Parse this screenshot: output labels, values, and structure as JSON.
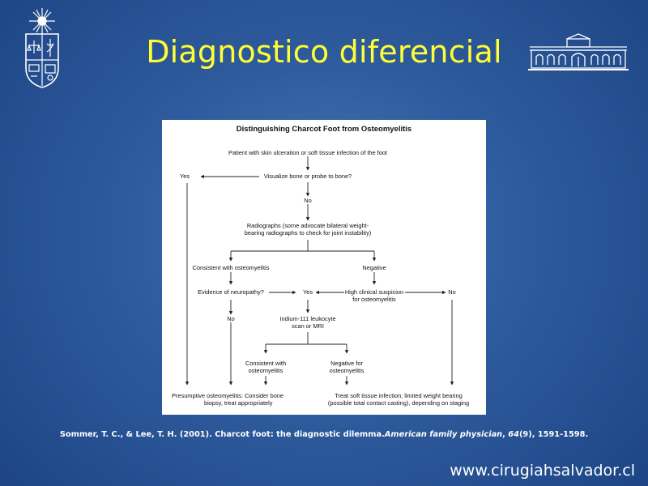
{
  "slide": {
    "title": "Diagnostico diferencial",
    "website": "www.cirugiahsalvador.cl"
  },
  "citation": {
    "authors": "Sommer, T. C., & Lee, T. H. (2001). Charcot foot: the diagnostic dilemma.",
    "journal": "American family physician",
    "sep1": ", ",
    "volume": "64",
    "issue": "(9), 1591-1598."
  },
  "diagram": {
    "title": "Distinguishing Charcot Foot from Osteomyelitis",
    "nodes": {
      "start": "Patient with skin ulceration or soft tissue infection of the foot",
      "visualize": "Visualize bone or probe to bone?",
      "yes_top": "Yes",
      "no_1": "No",
      "radiographs_1": "Radiographs (some advocate bilateral weight-",
      "radiographs_2": "bearing radiographs to check for joint instability)",
      "consistent": "Consistent with osteomyelitis",
      "negative": "Negative",
      "neuropathy": "Evidence of neuropathy?",
      "yes_mid": "Yes",
      "suspicion_1": "High clinical suspicion",
      "suspicion_2": "for osteomyelitis",
      "no_right": "No",
      "no_left": "No",
      "indium_1": "Indium-111 leukocyte",
      "indium_2": "scan or MRI",
      "cons2_1": "Consistent with",
      "cons2_2": "osteomyelitis",
      "neg2_1": "Negative for",
      "neg2_2": "osteomyelitis",
      "presumptive_1": "Presumptive osteomyelitis: Consider bone",
      "presumptive_2": "biopsy, treat appropriately",
      "treat_1": "Treat soft tissue infection; limited weight bearing",
      "treat_2": "(possible total contact casting), depending on staging"
    }
  }
}
